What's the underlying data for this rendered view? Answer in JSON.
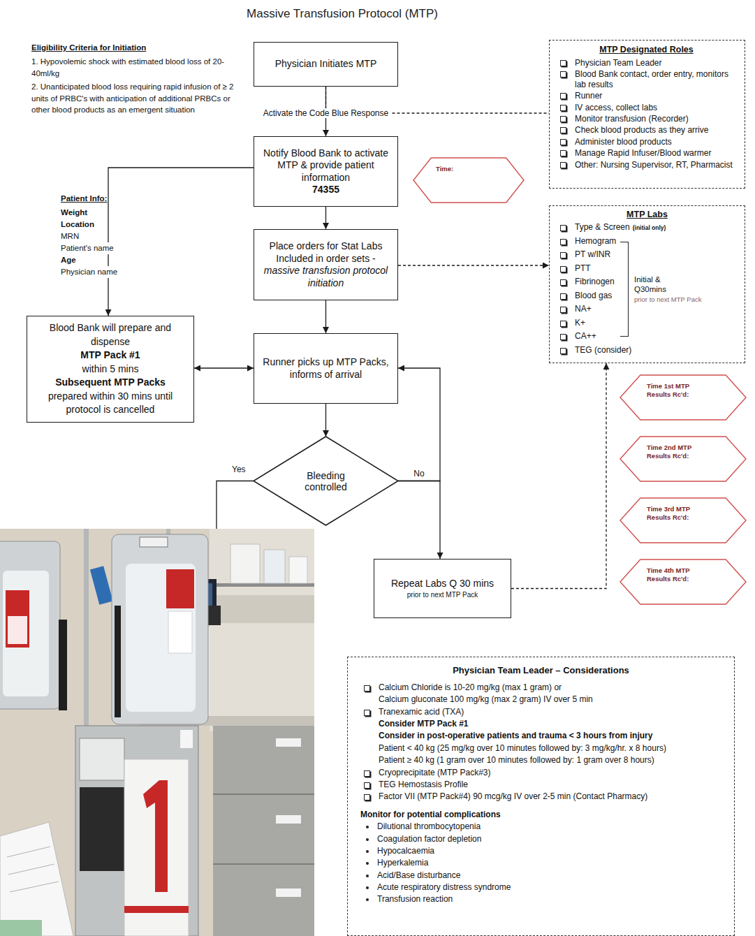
{
  "diagram": {
    "title": "Massive Transfusion Protocol (MTP)",
    "nodes": [
      {
        "text": [
          "Physician Initiates MTP"
        ]
      },
      {
        "text": [
          "MTP Designated Roles",
          "Physician Team Leader",
          "Blood Bank contact, order entry, monitors lab results",
          "Runner",
          "IV access, collect labs",
          "Monitor transfusion (Recorder)",
          "Check blood products as they arrive",
          "Administer blood products",
          "Manage Rapid Infuser/Blood warmer",
          "Other: Nursing Supervisor, RT, Pharmacist"
        ]
      },
      {
        "text": [
          "Notify Blood Bank to activate MTP & provide patient information",
          "74355"
        ]
      },
      {
        "text": [
          "Time:"
        ]
      },
      {
        "text": [
          "MTP Labs",
          "Type & Screen",
          "(initial only)",
          "Hemogram",
          "PT w/INR",
          "PTT",
          "Fibrinogen",
          "Blood gas",
          "NA+",
          "K+",
          "CA++",
          "TEG (consider)",
          "Initial & Q30mins",
          "prior to next MTP Pack"
        ]
      },
      {
        "text": [
          "Place orders for Stat Labs",
          "Included in order sets -",
          "massive transfusion protocol initiation"
        ]
      },
      {
        "text": [
          "Blood Bank will prepare and dispense",
          "MTP Pack #1",
          "within 5 mins",
          "Subsequent MTP Packs",
          "prepared within 30 mins until protocol is cancelled"
        ]
      },
      {
        "text": [
          "Runner picks up MTP Packs, informs of arrival"
        ]
      },
      {
        "text": [
          "Time 1st MTP Results Rc'd:"
        ]
      },
      {
        "text": [
          "Bleeding controlled"
        ]
      },
      {
        "text": [
          "Time 2nd MTP Results Rc'd:"
        ]
      },
      {
        "text": [
          "Time 3rd MTP Results Rc'd:"
        ]
      },
      {
        "text": [
          "Repeat Labs Q 30 mins",
          "prior to next MTP Pack"
        ]
      },
      {
        "text": [
          "Time 4th MTP Results Rc'd:"
        ]
      },
      {
        "text": [
          "Physician Team Leader – Considerations",
          "Calcium Chloride is 10-20 mg/kg (max 1 gram) or",
          "Calcium gluconate 100 mg/kg (max 2 gram) IV over 5 min",
          "Tranexamic acid (TXA)",
          "Consider MTP Pack #1",
          "Consider in post-operative patients and trauma < 3 hours from injury",
          "Patient < 40 kg (25 mg/kg over 10 minutes followed by: 3 mg/kg/hr. x 8 hours)",
          "Patient ≥ 40 kg (1 gram over 10 minutes followed by: 1 gram over 8 hours)",
          "Cryoprecipitate (MTP Pack#3)",
          "TEG Hemostasis Profile",
          "Factor VII (MTP Pack#4) 90 mcg/kg IV over 2-5 min (Contact Pharmacy)",
          "Monitor for potential complications",
          "Dilutional thrombocytopenia",
          "Coagulation factor depletion",
          "Hypocalcaemia",
          "Hyperkalemia",
          "Acid/Base disturbance",
          "Acute respiratory distress syndrome",
          "Transfusion reaction"
        ]
      }
    ],
    "edges": [
      {
        "from": 0,
        "to": 2,
        "arrow": "to",
        "label": "Activate the Code Blue Response"
      },
      {
        "from": 0,
        "to": 1,
        "arrow": "none"
      },
      {
        "from": 2,
        "to": 5,
        "arrow": "to"
      },
      {
        "from": 2,
        "to": 6,
        "arrow": "to"
      },
      {
        "from": 5,
        "to": 4,
        "arrow": "to"
      },
      {
        "from": 5,
        "to": 7,
        "arrow": "to"
      },
      {
        "from": 6,
        "to": 7,
        "arrow": "both"
      },
      {
        "from": 7,
        "to": 9,
        "arrow": "to"
      },
      {
        "from": 9,
        "to": 12,
        "arrow": "to",
        "label": "No"
      },
      {
        "from": 9,
        "to": 7,
        "arrow": "to"
      },
      {
        "from": 12,
        "to": 4,
        "arrow": "to"
      }
    ],
    "labels": [
      "Eligibility Criteria for Initiation",
      "1. Hypovolemic shock with estimated blood loss of 20-40ml/kg",
      "2. Unanticipated blood loss requiring rapid infusion of ≥ 2 units of PRBC's with anticipation of additional PRBCs or other blood products as an emergent situation",
      "Patient Info:",
      "Weight",
      "Location",
      "MRN",
      "Patient's name",
      "Age",
      "Physician name",
      "Yes"
    ]
  }
}
